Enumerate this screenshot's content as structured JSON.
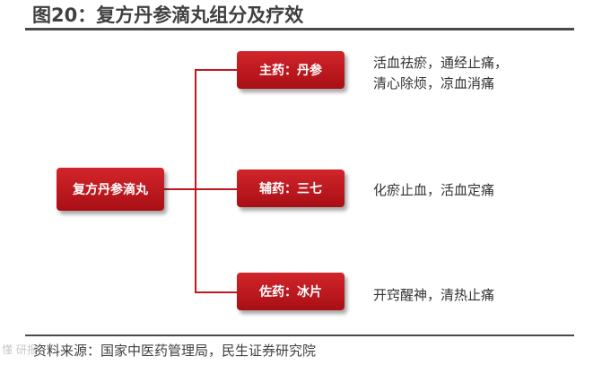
{
  "title": "图20：复方丹参滴丸组分及疗效",
  "root": {
    "label": "复方丹参滴丸"
  },
  "branches": [
    {
      "label": "主药：丹参",
      "effects": [
        "活血祛瘀，通经止痛，",
        "清心除烦，凉血消痛"
      ]
    },
    {
      "label": "辅药：三七",
      "effects": [
        "化瘀止血，活血定痛"
      ]
    },
    {
      "label": "佐药：冰片",
      "effects": [
        "开窍醒神，清热止痛"
      ]
    }
  ],
  "source": "资料来源：国家中医药管理局，民生证券研究院",
  "watermark": "懂 研报",
  "colors": {
    "box": "#c0181e",
    "text": "#333333",
    "rule": "#4a4a4a"
  }
}
